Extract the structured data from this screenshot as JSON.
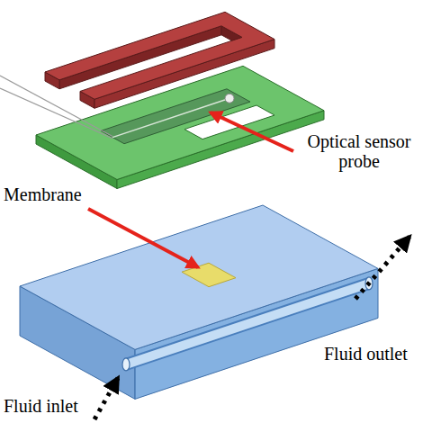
{
  "diagram": {
    "labels": [
      "Optical sensor probe",
      "Membrane",
      "Fluid outlet",
      "Fluid inlet"
    ]
  }
}
